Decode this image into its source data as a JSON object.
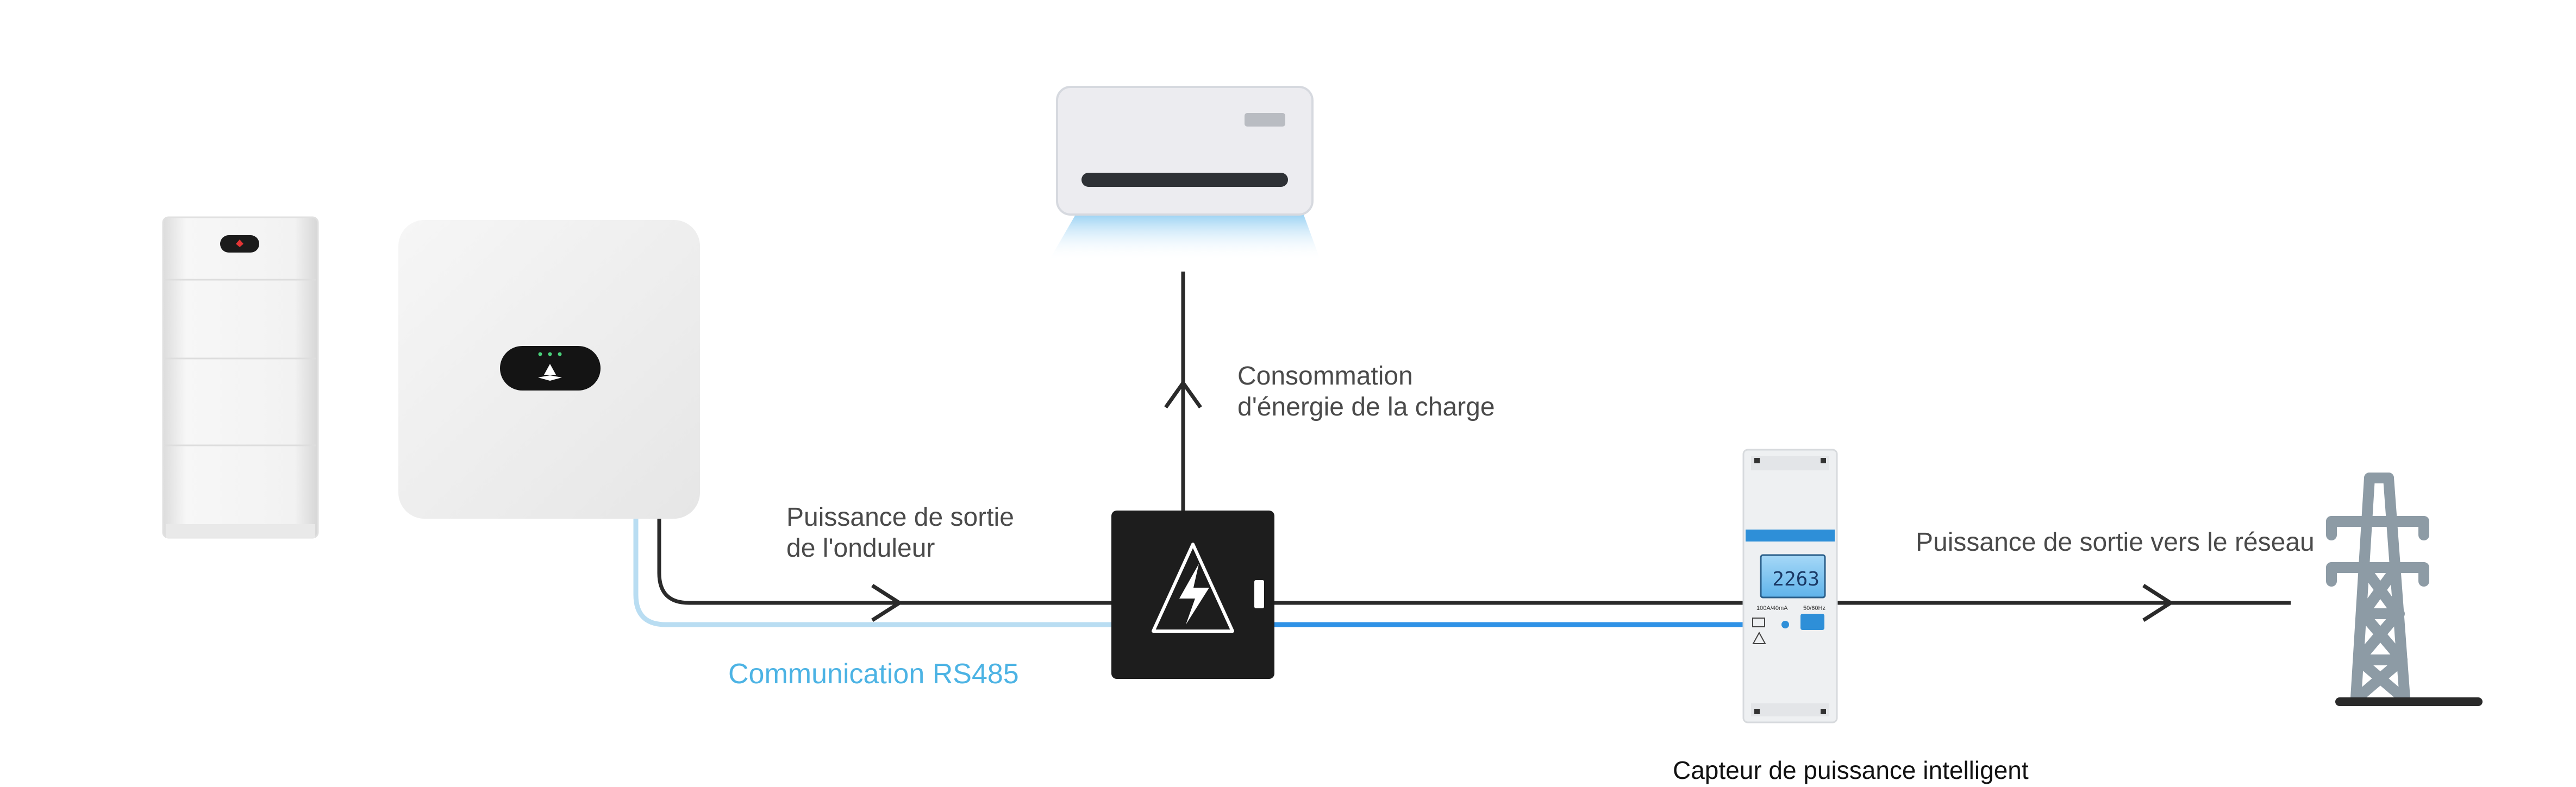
{
  "colors": {
    "power_line": "#2a2a2a",
    "rs485_light": "#b9ddf2",
    "rs485_blue": "#2f92e6",
    "device_white": "#f0f0f0",
    "pylon": "#8d9ba5"
  },
  "labels": {
    "inverter_output": [
      "Puissance de sortie",
      "de l'onduleur"
    ],
    "load_consumption": [
      "Consommation",
      "d'énergie de la charge"
    ],
    "grid_output": "Puissance de sortie vers le réseau",
    "rs485": "Communication RS485",
    "sensor": "Capteur de puissance intelligent"
  },
  "meter": {
    "display": "2263",
    "rating": "100A/40mA",
    "frequency": "50/60Hz"
  },
  "icons": {
    "battery": "battery-stack-icon",
    "inverter": "inverter-icon",
    "air_conditioner": "air-conditioner-icon",
    "distribution_box": "lightning-bolt-icon",
    "meter": "smart-power-sensor-icon",
    "grid": "transmission-tower-icon"
  }
}
